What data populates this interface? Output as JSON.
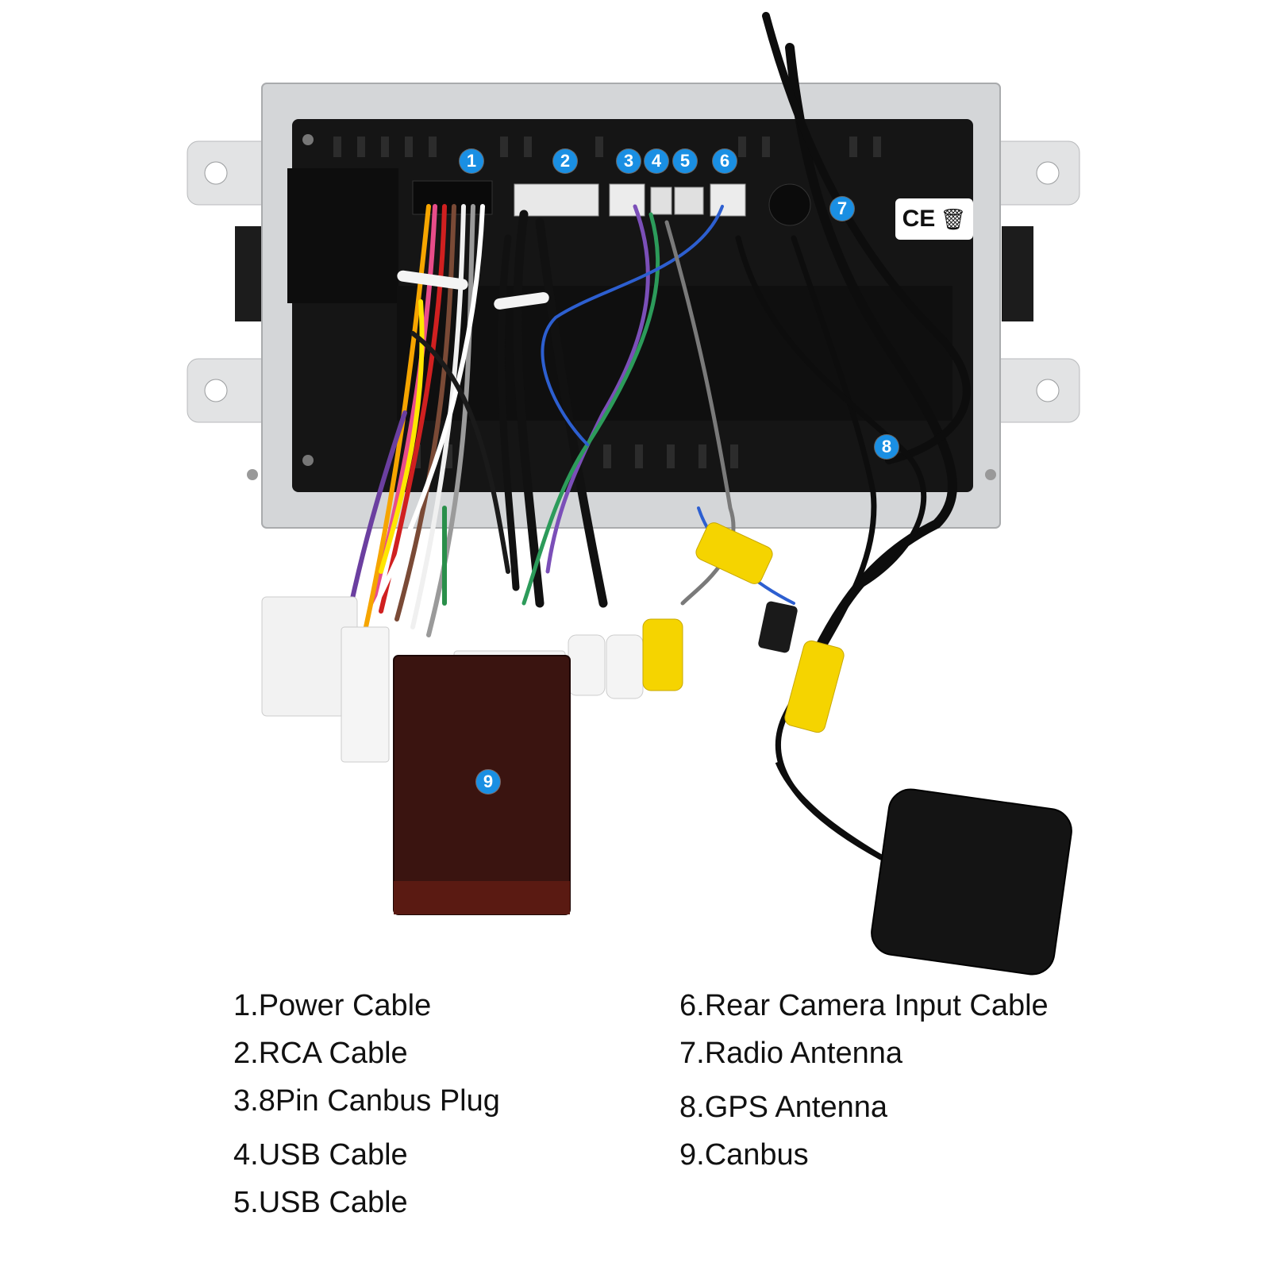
{
  "markers": [
    "1",
    "2",
    "3",
    "4",
    "5",
    "6",
    "7",
    "8",
    "9"
  ],
  "device_labels": {
    "ce_mark": "CE",
    "weee_icon": "crossed-bin-icon"
  },
  "legend": {
    "left": [
      "1.Power Cable",
      "2.RCA Cable",
      "3.8Pin Canbus Plug",
      "4.USB Cable",
      "5.USB Cable"
    ],
    "right": [
      "6.Rear Camera Input Cable",
      "7.Radio Antenna",
      "8.GPS Antenna",
      "9.Canbus"
    ]
  },
  "colors": {
    "marker_blue": "#1a8fe3",
    "chassis_silver": "#d4d6d8",
    "housing_black": "#151515",
    "canbus_box": "#3a1410",
    "rca_yellow": "#f2d400"
  }
}
